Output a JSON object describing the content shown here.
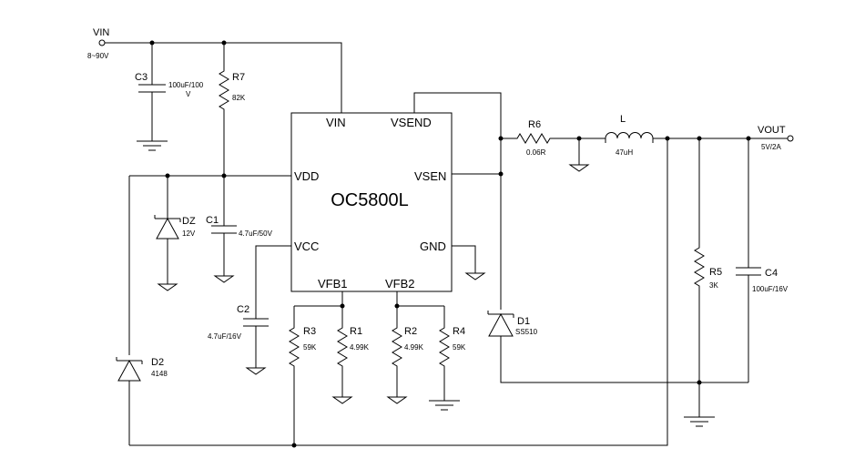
{
  "ic": {
    "name": "OC5800L",
    "pins": {
      "vin": "VIN",
      "vsend": "VSEND",
      "vdd": "VDD",
      "vsen": "VSEN",
      "vcc": "VCC",
      "gnd": "GND",
      "vfb1": "VFB1",
      "vfb2": "VFB2"
    }
  },
  "nets": {
    "vin_label": "VIN",
    "vin_range": "8~90V",
    "vout_label": "VOUT",
    "vout_spec": "5V/2A"
  },
  "components": {
    "c3": {
      "ref": "C3",
      "value_line1": "100uF/100",
      "value_line2": "V"
    },
    "r7": {
      "ref": "R7",
      "value": "82K"
    },
    "c1": {
      "ref": "C1",
      "value": "4.7uF/50V"
    },
    "dz": {
      "ref": "DZ",
      "value": "12V"
    },
    "d2": {
      "ref": "D2",
      "value": "4148"
    },
    "c2": {
      "ref": "C2",
      "value": "4.7uF/16V"
    },
    "r3": {
      "ref": "R3",
      "value": "59K"
    },
    "r1": {
      "ref": "R1",
      "value": "4.99K"
    },
    "r2": {
      "ref": "R2",
      "value": "4.99K"
    },
    "r4": {
      "ref": "R4",
      "value": "59K"
    },
    "r6": {
      "ref": "R6",
      "value": "0.06R"
    },
    "l": {
      "ref": "L",
      "value": "47uH"
    },
    "d1": {
      "ref": "D1",
      "value": "SS510"
    },
    "r5": {
      "ref": "R5",
      "value": "3K"
    },
    "c4": {
      "ref": "C4",
      "value": "100uF/16V"
    }
  }
}
